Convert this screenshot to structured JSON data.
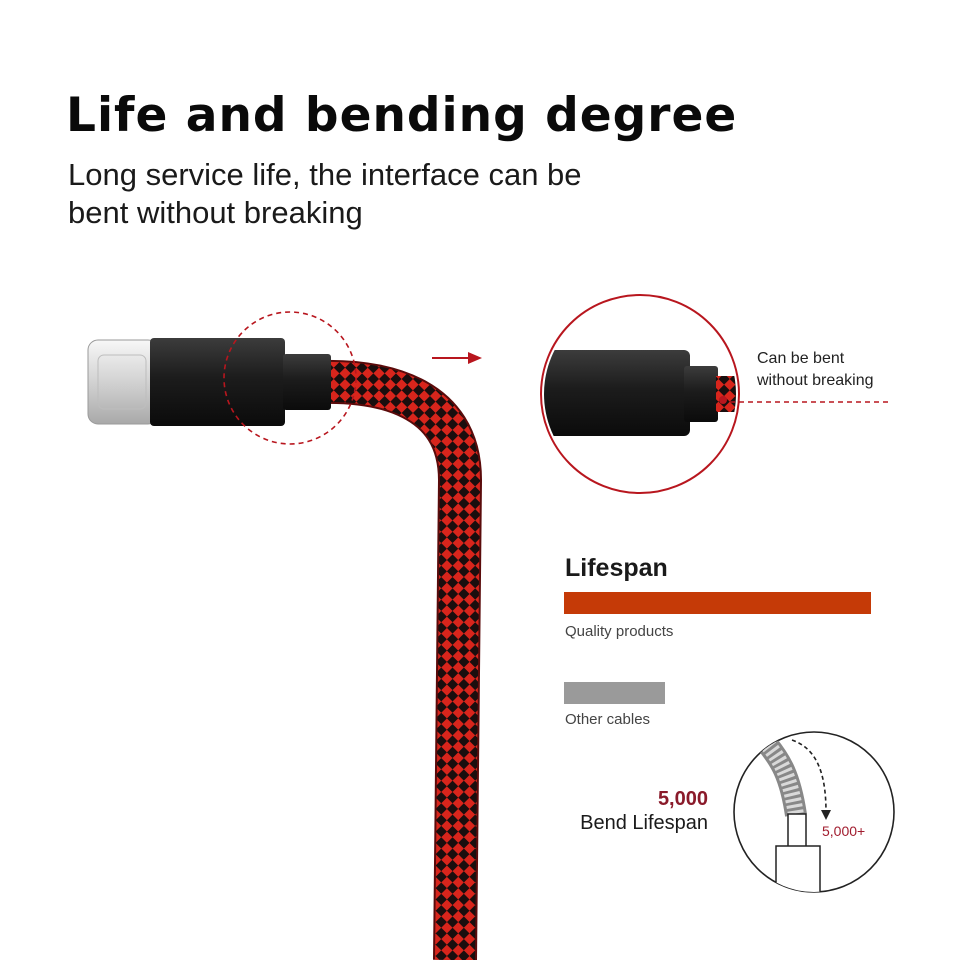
{
  "header": {
    "title": "Life and bending degree",
    "subtitle": "Long service life, the interface can be bent without breaking"
  },
  "callout": {
    "line1": "Can be bent",
    "line2": "without breaking"
  },
  "lifespan": {
    "title": "Lifespan",
    "bars": [
      {
        "label": "Quality products",
        "value": 1.0,
        "color": "#c53a07"
      },
      {
        "label": "Other cables",
        "value": 0.33,
        "color": "#9a9a9a"
      }
    ]
  },
  "bend": {
    "count": "5,000",
    "label": "Bend Lifespan",
    "icon_mark": "5,000+"
  },
  "colors": {
    "accent": "#b8161e",
    "cable_red": "#d8251c",
    "cable_black": "#1a0e0e"
  },
  "icons": [
    "usb-c-cable-image",
    "zoom-circle-icon",
    "arrow-right-icon",
    "bend-cycle-icon"
  ]
}
